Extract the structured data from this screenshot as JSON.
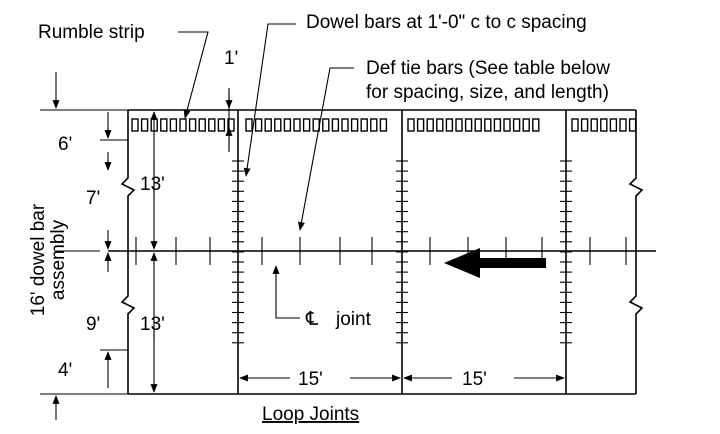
{
  "labels": {
    "rumble_strip": "Rumble strip",
    "dowel_bars": "Dowel bars at 1'-0\" c to c spacing",
    "def_tie_line1": "Def tie bars (See table below",
    "def_tie_line2": "for spacing, size, and length)",
    "cl_symbol": "℄",
    "joint": "joint",
    "loop_joints": "Loop Joints",
    "assembly_line1": "16' dowel bar",
    "assembly_line2": "assembly"
  },
  "dimensions": {
    "shoulder_offset": "1'",
    "outer_top": "6'",
    "dowel_upper": "7'",
    "lane_upper": "13'",
    "dowel_lower": "9'",
    "lane_lower": "13'",
    "outer_bottom": "4'",
    "panel_1": "15'",
    "panel_2": "15'"
  },
  "rumble_strip_counts": [
    11,
    15,
    14,
    7
  ],
  "traffic_direction": "left"
}
